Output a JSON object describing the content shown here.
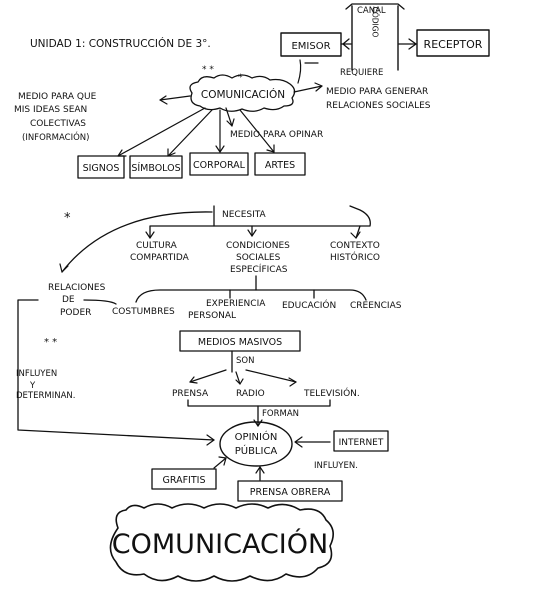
{
  "header": {
    "title": "UNIDAD 1: CONSTRUCCIÓN DE 3°."
  },
  "communication_model": {
    "canal": "CANAL",
    "codigo": "CÓDIGO",
    "emisor": "EMISOR",
    "receptor": "RECEPTOR",
    "requiere": "REQUIERE"
  },
  "comunicacion_node": {
    "label": "COMUNICACIÓN",
    "marks": "* *",
    "mark_single": "*"
  },
  "medio_ideas": {
    "line1": "MEDIO PARA QUE",
    "line2": "MIS IDEAS SEAN",
    "line3": "COLECTIVAS",
    "line4": "(INFORMACIÓN)"
  },
  "medio_relaciones": {
    "line1": "MEDIO PARA GENERAR",
    "line2": "RELACIONES SOCIALES"
  },
  "medio_opinar": "MEDIO PARA OPINAR",
  "forms": [
    "SIGNOS",
    "SÍMBOLOS",
    "CORPORAL",
    "ARTES"
  ],
  "necesita": {
    "star": "*",
    "label": "NECESITA",
    "items": [
      {
        "line1": "CULTURA",
        "line2": "COMPARTIDA",
        "line3": ""
      },
      {
        "line1": "CONDICIONES",
        "line2": "SOCIALES",
        "line3": "ESPECÍFICAS"
      },
      {
        "line1": "CONTEXTO",
        "line2": "HISTÓRICO",
        "line3": ""
      }
    ]
  },
  "relaciones_poder": {
    "line1": "RELACIONES",
    "line2": "DE",
    "line3": "PODER"
  },
  "condiciones_items": [
    "COSTUMBRES",
    "EXPERIENCIA",
    "PERSONAL",
    "EDUCACIÓN",
    "CREENCIAS"
  ],
  "medios_masivos": {
    "stars": "* *",
    "label": "MEDIOS MASIVOS",
    "son": "SON",
    "items": [
      "PRENSA",
      "RADIO",
      "TELEVISIÓN."
    ],
    "forman": "FORMAN"
  },
  "influyen": {
    "line1": "INFLUYEN",
    "line2": "Y",
    "line3": "DETERMINAN."
  },
  "opinion_publica": {
    "line1": "OPINIÓN",
    "line2": "PÚBLICA"
  },
  "internet": "INTERNET",
  "influyen_label": "INFLUYEN.",
  "grafitis": "GRAFITIS",
  "prensa_obrera": "PRENSA OBRERA",
  "big_title": "COMUNICACIÓN"
}
